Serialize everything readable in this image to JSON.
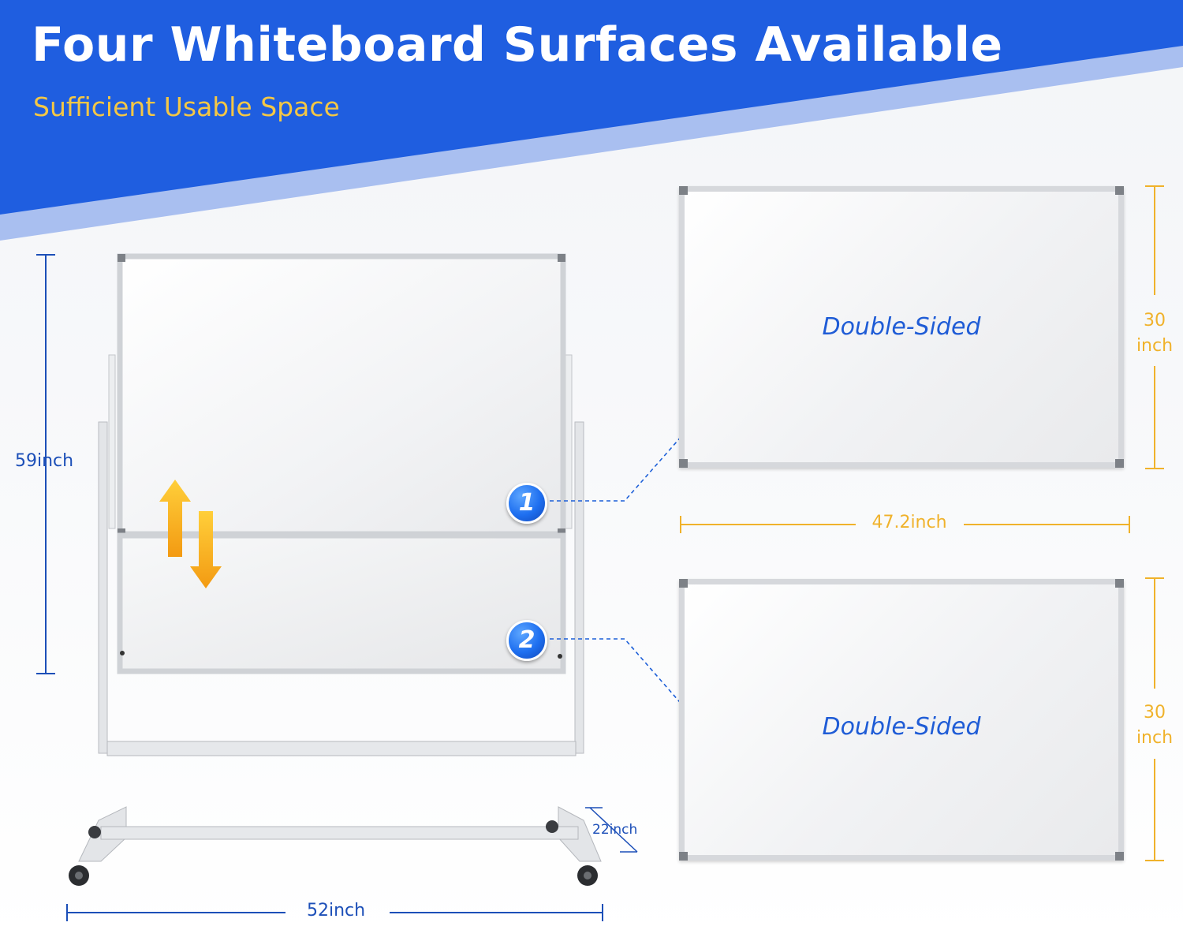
{
  "banner": {
    "title": "Four Whiteboard Surfaces Available",
    "subtitle": "Sufficient Usable Space"
  },
  "colors": {
    "banner_blue": "#1f5ee0",
    "banner_light_blue": "#a9bff0",
    "subtitle_yellow": "#f4c745",
    "dimension_blue": "#1c4fb8",
    "dimension_orange": "#f0b22b",
    "label_blue": "#1f5cd6"
  },
  "stand": {
    "height_label": "59inch",
    "width_label": "52inch",
    "depth_label": "22inch",
    "flip_icon": "up-down-arrows-icon"
  },
  "callouts": [
    {
      "number": "1"
    },
    {
      "number": "2"
    }
  ],
  "boards": [
    {
      "label": "Double-Sided",
      "height_value": "30",
      "height_unit": "inch"
    },
    {
      "label": "Double-Sided",
      "height_value": "30",
      "height_unit": "inch"
    }
  ],
  "board_width_label": "47.2inch"
}
